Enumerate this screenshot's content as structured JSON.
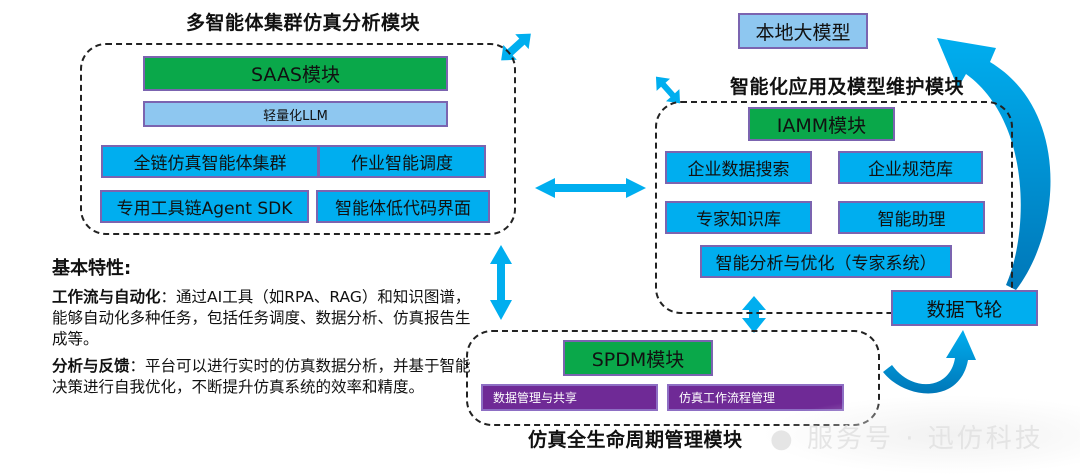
{
  "modules": {
    "multi_agent": {
      "title": "多智能体集群仿真分析模块",
      "header_box": "SAAS模块",
      "sub_box": "轻量化LLM",
      "items": [
        "全链仿真智能体集群",
        "作业智能调度",
        "专用工具链Agent SDK",
        "智能体低代码界面"
      ]
    },
    "local_model": {
      "label": "本地大模型"
    },
    "intelligent_app": {
      "title": "智能化应用及模型维护模块",
      "header_box": "IAMM模块",
      "items": [
        "企业数据搜索",
        "企业规范库",
        "专家知识库",
        "智能助理",
        "智能分析与优化（专家系统）"
      ]
    },
    "data_flywheel": {
      "label": "数据飞轮"
    },
    "lifecycle": {
      "title": "仿真全生命周期管理模块",
      "header_box": "SPDM模块",
      "items": [
        "数据管理与共享",
        "仿真工作流程管理"
      ]
    }
  },
  "features": {
    "heading": "基本特性:",
    "items": [
      {
        "label": "工作流与自动化",
        "text": "：通过AI工具（如RPA、RAG）和知识图谱，能够自动化多种任务，包括任务调度、数据分析、仿真报告生成等。"
      },
      {
        "label": "分析与反馈",
        "text": "：平台可以进行实时的仿真数据分析，并基于智能决策进行自我优化，不断提升仿真系统的效率和精度。"
      }
    ]
  },
  "watermark": "服务号 · 迅仿科技",
  "colors": {
    "green": "#0aa84a",
    "cyan": "#00aeef",
    "light_blue": "#8ec7f0",
    "purple": "#6f2a96",
    "arrow": "#00aeef",
    "arrow_dark": "#0088c6"
  }
}
